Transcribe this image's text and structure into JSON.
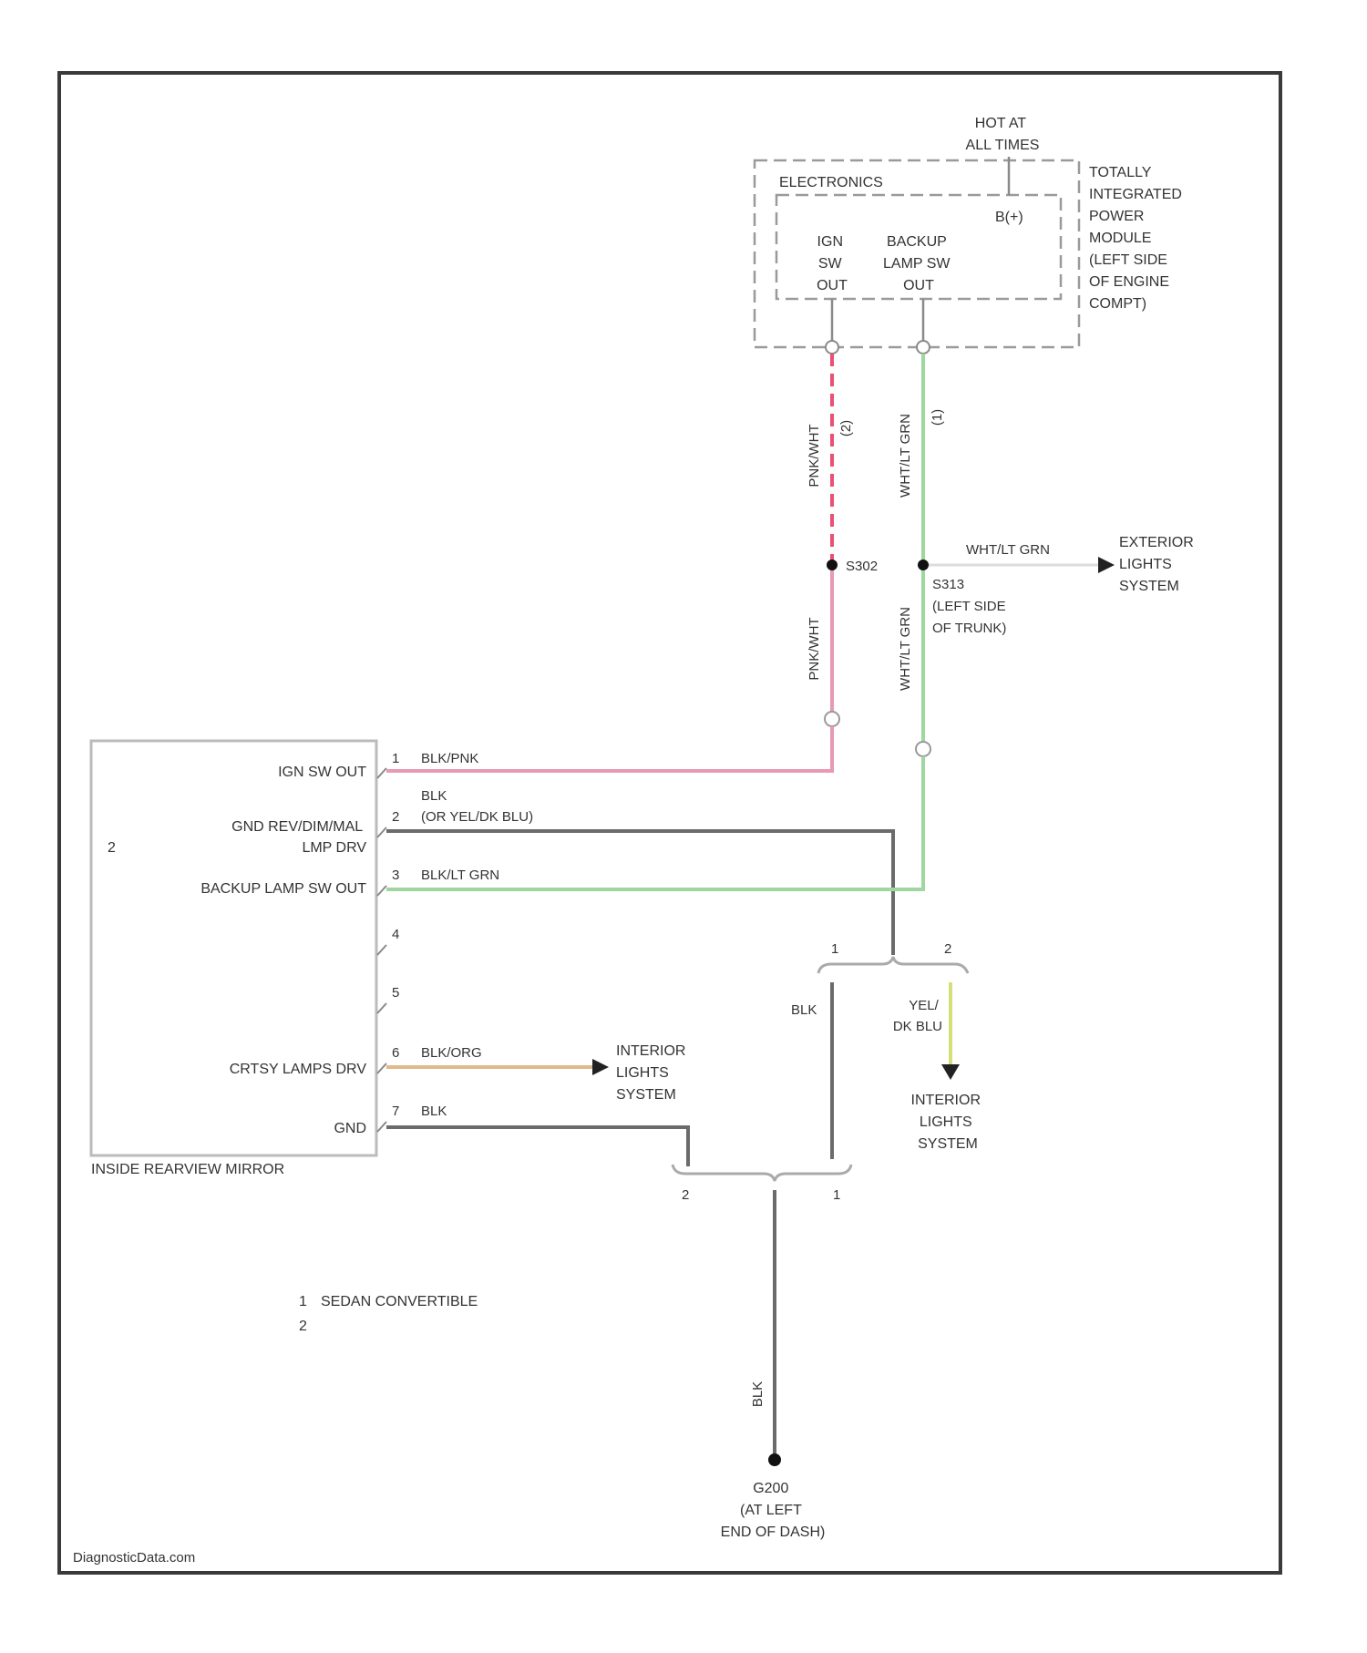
{
  "tipm": {
    "power_label": [
      "HOT AT",
      "ALL TIMES"
    ],
    "side_label": [
      "TOTALLY",
      "INTEGRATED",
      "POWER",
      "MODULE",
      "(LEFT SIDE",
      "OF ENGINE",
      "COMPT)"
    ],
    "electronics_label": "ELECTRONICS",
    "fuse_label": "B(+)",
    "ign_out_label": [
      "IGN",
      "SW",
      "OUT"
    ],
    "backup_out_label": [
      "BACKUP",
      "LAMP SW",
      "OUT"
    ]
  },
  "wires": {
    "upper_left_color": "PNK/WHT",
    "upper_left_note": "(2)",
    "lower_left_color": "PNK/WHT",
    "upper_right_color": "WHT/LT GRN",
    "upper_right_note": "(1)",
    "lower_right_color": "WHT/LT GRN",
    "exterior_branch_color": "WHT/LT GRN"
  },
  "splices": {
    "left_id": "S302",
    "right_label": [
      "S313",
      "(LEFT SIDE",
      "OF TRUNK)"
    ]
  },
  "exterior_system": [
    "EXTERIOR",
    "LIGHTS",
    "SYSTEM"
  ],
  "mirror": {
    "name": "INSIDE REARVIEW MIRROR",
    "note": "2",
    "pins": [
      {
        "num": "1",
        "function": "IGN SW OUT",
        "wire": "BLK/PNK"
      },
      {
        "num": "2",
        "function": [
          "GND REV/DIM/MAL",
          "LMP DRV"
        ],
        "wire": [
          "BLK",
          "(OR YEL/DK BLU)"
        ]
      },
      {
        "num": "3",
        "function": "BACKUP LAMP SW OUT",
        "wire": "BLK/LT GRN"
      },
      {
        "num": "4",
        "function": "",
        "wire": ""
      },
      {
        "num": "5",
        "function": "",
        "wire": ""
      },
      {
        "num": "6",
        "function": "CRTSY LAMPS DRV",
        "wire": "BLK/ORG"
      },
      {
        "num": "7",
        "function": "GND",
        "wire": "BLK"
      }
    ]
  },
  "interior_system_1": [
    "INTERIOR",
    "LIGHTS",
    "SYSTEM"
  ],
  "interior_system_2": [
    "INTERIOR",
    "LIGHTS",
    "SYSTEM"
  ],
  "upper_option": {
    "left_num": "1",
    "right_num": "2",
    "left_wire": "BLK",
    "right_wire": [
      "YEL/",
      "DK BLU"
    ]
  },
  "lower_option": {
    "left_num": "2",
    "right_num": "1"
  },
  "ground": {
    "wire": "BLK",
    "label": [
      "G200",
      "(AT LEFT",
      "END OF DASH)"
    ]
  },
  "footnotes": [
    {
      "num": "1",
      "text": "SEDAN CONVERTIBLE"
    },
    {
      "num": "2",
      "text": ""
    }
  ],
  "watermark": "DiagnosticData.com",
  "colors": {
    "frame": "#3a3a3a",
    "pink_wire": "#e79ab2",
    "pink_dash": "#ea4f74",
    "green_wire": "#9ed89f",
    "gray_wire": "#6b6b6b",
    "orange_wire": "#e0b98c",
    "yellow_wire": "#d6de7a"
  }
}
